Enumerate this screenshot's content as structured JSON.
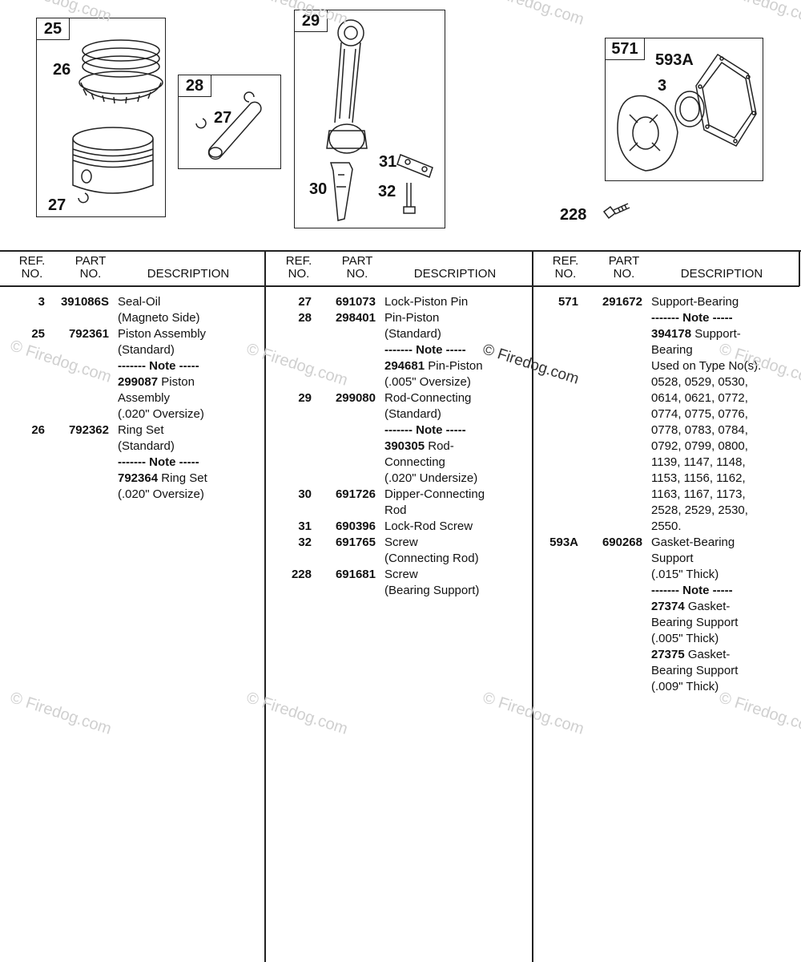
{
  "illustrations": {
    "box_25": {
      "tag": "25",
      "callouts": [
        "26",
        "27"
      ]
    },
    "box_28": {
      "tag": "28",
      "callouts": [
        "27"
      ]
    },
    "box_29": {
      "tag": "29",
      "callouts": [
        "31",
        "30",
        "32"
      ]
    },
    "box_571": {
      "tag": "571",
      "callouts": [
        "593A",
        "3"
      ]
    },
    "loose_callout": "228"
  },
  "watermark": "© Firedog.com",
  "headers": {
    "ref": [
      "REF.",
      "NO."
    ],
    "part": [
      "PART",
      "NO."
    ],
    "desc": "DESCRIPTION"
  },
  "columns": [
    [
      {
        "ref": "3",
        "part": "391086S",
        "lines": [
          {
            "t": "Seal-Oil"
          },
          {
            "t": "(Magneto Side)"
          }
        ]
      },
      {
        "ref": "25",
        "part": "792361",
        "lines": [
          {
            "t": "Piston Assembly"
          },
          {
            "t": "(Standard)"
          },
          {
            "t": "------- Note -----",
            "note": true
          },
          {
            "b": "299087",
            "t": " Piston"
          },
          {
            "t": "Assembly"
          },
          {
            "t": "(.020\" Oversize)"
          }
        ]
      },
      {
        "ref": "26",
        "part": "792362",
        "lines": [
          {
            "t": "Ring Set"
          },
          {
            "t": "(Standard)"
          },
          {
            "t": "------- Note -----",
            "note": true
          },
          {
            "b": "792364",
            "t": " Ring Set"
          },
          {
            "t": "(.020\" Oversize)"
          }
        ]
      }
    ],
    [
      {
        "ref": "27",
        "part": "691073",
        "lines": [
          {
            "t": "Lock-Piston Pin"
          }
        ]
      },
      {
        "ref": "28",
        "part": "298401",
        "lines": [
          {
            "t": "Pin-Piston"
          },
          {
            "t": "(Standard)"
          },
          {
            "t": "------- Note -----",
            "note": true
          },
          {
            "b": "294681",
            "t": " Pin-Piston"
          },
          {
            "t": "(.005\" Oversize)"
          }
        ]
      },
      {
        "ref": "29",
        "part": "299080",
        "lines": [
          {
            "t": "Rod-Connecting"
          },
          {
            "t": "(Standard)"
          },
          {
            "t": "------- Note -----",
            "note": true
          },
          {
            "b": "390305",
            "t": " Rod-"
          },
          {
            "t": "Connecting"
          },
          {
            "t": "(.020\" Undersize)"
          }
        ]
      },
      {
        "ref": "30",
        "part": "691726",
        "lines": [
          {
            "t": "Dipper-Connecting"
          },
          {
            "t": "Rod"
          }
        ]
      },
      {
        "ref": "31",
        "part": "690396",
        "lines": [
          {
            "t": "Lock-Rod Screw"
          }
        ]
      },
      {
        "ref": "32",
        "part": "691765",
        "lines": [
          {
            "t": "Screw"
          },
          {
            "t": "(Connecting Rod)"
          }
        ]
      },
      {
        "ref": "228",
        "part": "691681",
        "lines": [
          {
            "t": "Screw"
          },
          {
            "t": "(Bearing Support)"
          }
        ]
      }
    ],
    [
      {
        "ref": "571",
        "part": "291672",
        "lines": [
          {
            "t": "Support-Bearing"
          },
          {
            "t": "------- Note -----",
            "note": true
          },
          {
            "b": "394178",
            "t": " Support-"
          },
          {
            "t": "Bearing"
          },
          {
            "t": "Used on Type No(s)."
          },
          {
            "t": "0528, 0529, 0530,"
          },
          {
            "t": "0614, 0621, 0772,"
          },
          {
            "t": "0774, 0775, 0776,"
          },
          {
            "t": "0778, 0783, 0784,"
          },
          {
            "t": "0792, 0799, 0800,"
          },
          {
            "t": "1139, 1147, 1148,"
          },
          {
            "t": "1153, 1156, 1162,"
          },
          {
            "t": "1163, 1167, 1173,"
          },
          {
            "t": "2528, 2529, 2530,"
          },
          {
            "t": "2550."
          }
        ]
      },
      {
        "ref": "593A",
        "part": "690268",
        "lines": [
          {
            "t": "Gasket-Bearing"
          },
          {
            "t": "Support"
          },
          {
            "t": "(.015\" Thick)"
          },
          {
            "t": "------- Note -----",
            "note": true
          },
          {
            "b": "27374",
            "t": " Gasket-"
          },
          {
            "t": "Bearing Support"
          },
          {
            "t": "(.005\" Thick)"
          },
          {
            "b": "27375",
            "t": " Gasket-"
          },
          {
            "t": "Bearing Support"
          },
          {
            "t": "(.009\" Thick)"
          }
        ]
      }
    ]
  ]
}
